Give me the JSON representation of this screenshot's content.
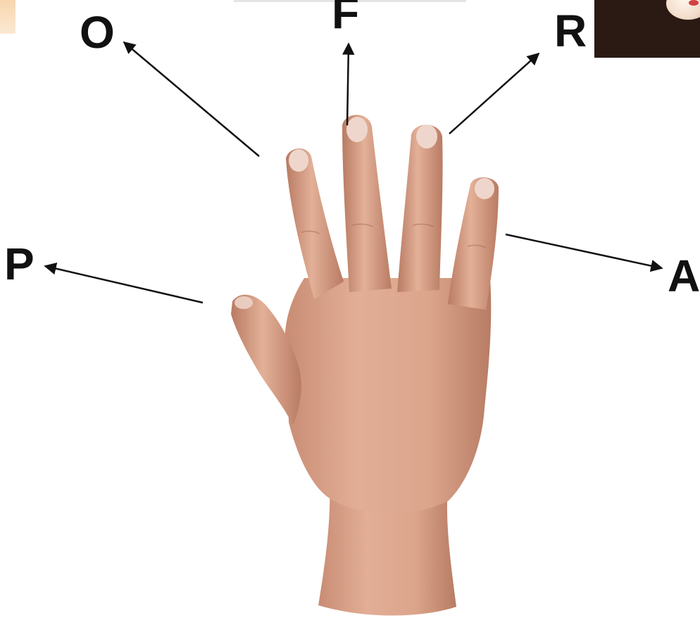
{
  "labels": {
    "o": "O",
    "f": "F",
    "r": "R",
    "p": "P",
    "a": "A"
  },
  "colors": {
    "arrow": "#111111",
    "skin_light": "#e8b7a0",
    "skin_mid": "#d49a80",
    "skin_dark": "#b47862",
    "nail": "#efd6cc"
  }
}
